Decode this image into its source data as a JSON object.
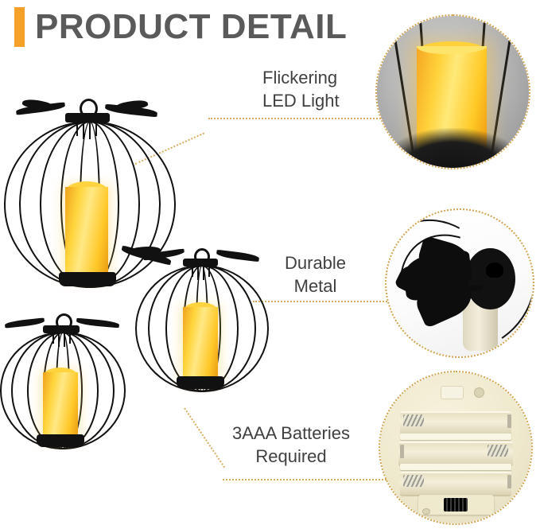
{
  "header": {
    "title": "PRODUCT DETAIL",
    "accent_color": "#F5A028",
    "title_color": "#5a5a5a"
  },
  "theme": {
    "connector_color": "#D9AE60",
    "ring_color": "#D2A552",
    "background": "#FFFFFF",
    "candle_glow": "#FFD23A",
    "metal_color": "#111111"
  },
  "callouts": [
    {
      "id": "flickering-led-light",
      "line1": "Flickering",
      "line2": "LED Light",
      "inset_name": "led-candle-closeup",
      "inset_description": "Close-up of glowing yellow flameless LED candle inside black wire pumpkin cage"
    },
    {
      "id": "durable-metal",
      "line1": "Durable",
      "line2": "Metal",
      "inset_name": "metal-leaf-closeup",
      "inset_description": "Close-up of black metal maple leaf ornament and metal lid cap on wire frame"
    },
    {
      "id": "3aaa-batteries-required",
      "line1": "3AAA Batteries",
      "line2": "Required",
      "inset_name": "battery-compartment-closeup",
      "inset_description": "Cream battery compartment with three AAA slots, springs and black on/off switch"
    }
  ],
  "product_photo": {
    "name": "three-pumpkin-lanterns",
    "description": "Three black metal wire pumpkin lanterns in large, medium and small sizes, each holding a lit yellow LED candle",
    "items": [
      {
        "size_label": "large",
        "name": "large-pumpkin-lantern"
      },
      {
        "size_label": "medium",
        "name": "medium-pumpkin-lantern"
      },
      {
        "size_label": "small",
        "name": "small-pumpkin-lantern"
      }
    ]
  }
}
